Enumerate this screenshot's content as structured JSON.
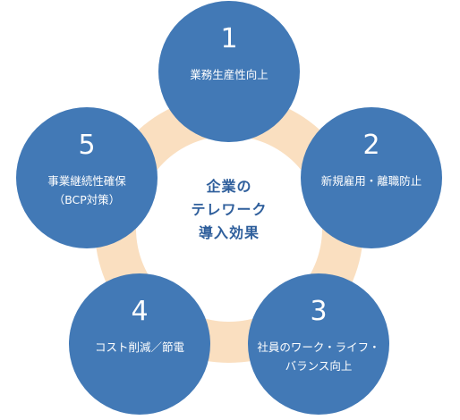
{
  "center": {
    "lines": [
      "企業の",
      "テレワーク",
      "導入効果"
    ]
  },
  "effects": [
    {
      "number": "1",
      "lines": [
        "業務生産性向上"
      ]
    },
    {
      "number": "2",
      "lines": [
        "新規雇用・離職防止"
      ]
    },
    {
      "number": "3",
      "lines": [
        "社員のワーク・ライフ・",
        "バランス向上"
      ]
    },
    {
      "number": "4",
      "lines": [
        "コスト削減／節電"
      ]
    },
    {
      "number": "5",
      "lines": [
        "事業継続性確保",
        "（BCP対策）"
      ]
    }
  ],
  "colors": {
    "node_fill": "#4279b6",
    "ring_fill": "#fadfc0",
    "center_text": "#2f5f9c"
  }
}
